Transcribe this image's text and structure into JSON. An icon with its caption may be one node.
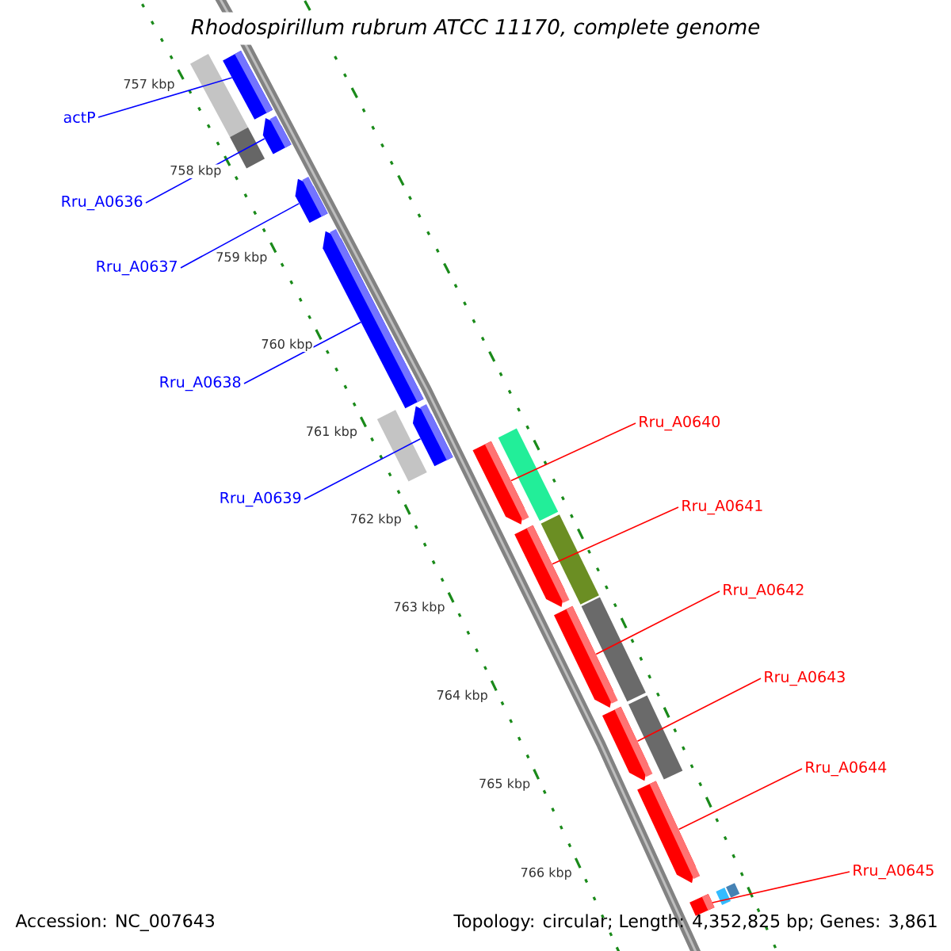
{
  "diagram": {
    "title": "Rhodospirillum rubrum ATCC 11170, complete genome",
    "nodes": [
      {
        "text": [
          "actP"
        ]
      },
      {
        "text": [
          "Rru_A0636"
        ]
      },
      {
        "text": [
          "Rru_A0637"
        ]
      },
      {
        "text": [
          "Rru_A0638"
        ]
      },
      {
        "text": [
          "Rru_A0639"
        ]
      },
      {
        "text": [
          "Rru_A0640"
        ]
      },
      {
        "text": [
          "Rru_A0641"
        ]
      },
      {
        "text": [
          "Rru_A0642"
        ]
      },
      {
        "text": [
          "Rru_A0643"
        ]
      },
      {
        "text": [
          "Rru_A0644"
        ]
      },
      {
        "text": [
          "Rru_A0645"
        ]
      },
      {
        "text": [],
        "shape": "arrow"
      },
      {
        "text": [],
        "shape": "arrow"
      },
      {
        "text": [],
        "shape": "arrow"
      },
      {
        "text": [],
        "shape": "arrow"
      },
      {
        "text": [],
        "shape": "arrow"
      },
      {
        "text": [],
        "shape": "arrow"
      },
      {
        "text": [],
        "shape": "arrow"
      },
      {
        "text": [],
        "shape": "arrow"
      },
      {
        "text": [],
        "shape": "arrow"
      },
      {
        "text": [],
        "shape": "arrow"
      },
      {
        "text": [],
        "shape": "arrow"
      },
      {
        "text": [],
        "shape": "bar"
      },
      {
        "text": [],
        "shape": "bar"
      },
      {
        "text": [],
        "shape": "bar"
      },
      {
        "text": [],
        "shape": "bar"
      },
      {
        "text": [],
        "shape": "bar"
      },
      {
        "text": [],
        "shape": "bar"
      },
      {
        "text": [],
        "shape": "bar"
      },
      {
        "text": [],
        "shape": "bar"
      },
      {
        "text": [],
        "shape": "bar"
      }
    ],
    "edges": [
      {
        "from": 0,
        "to": 11,
        "arrow": "none",
        "color": "#0000ff"
      },
      {
        "from": 1,
        "to": 12,
        "arrow": "none",
        "color": "#0000ff"
      },
      {
        "from": 2,
        "to": 13,
        "arrow": "none",
        "color": "#0000ff"
      },
      {
        "from": 3,
        "to": 14,
        "arrow": "none",
        "color": "#0000ff"
      },
      {
        "from": 4,
        "to": 15,
        "arrow": "none",
        "color": "#0000ff"
      },
      {
        "from": 5,
        "to": 16,
        "arrow": "none",
        "color": "#ff0000"
      },
      {
        "from": 6,
        "to": 17,
        "arrow": "none",
        "color": "#ff0000"
      },
      {
        "from": 7,
        "to": 18,
        "arrow": "none",
        "color": "#ff0000"
      },
      {
        "from": 8,
        "to": 19,
        "arrow": "none",
        "color": "#ff0000"
      },
      {
        "from": 9,
        "to": 20,
        "arrow": "none",
        "color": "#ff0000"
      },
      {
        "from": 10,
        "to": 21,
        "arrow": "none",
        "color": "#ff0000"
      }
    ],
    "labels": [
      "757 kbp",
      "758 kbp",
      "759 kbp",
      "760 kbp",
      "761 kbp",
      "762 kbp",
      "763 kbp",
      "764 kbp",
      "765 kbp",
      "766 kbp",
      "Accession: NC_007643",
      "Topology: circular; Length: 4,352,825 bp; Genes: 3,861"
    ]
  }
}
